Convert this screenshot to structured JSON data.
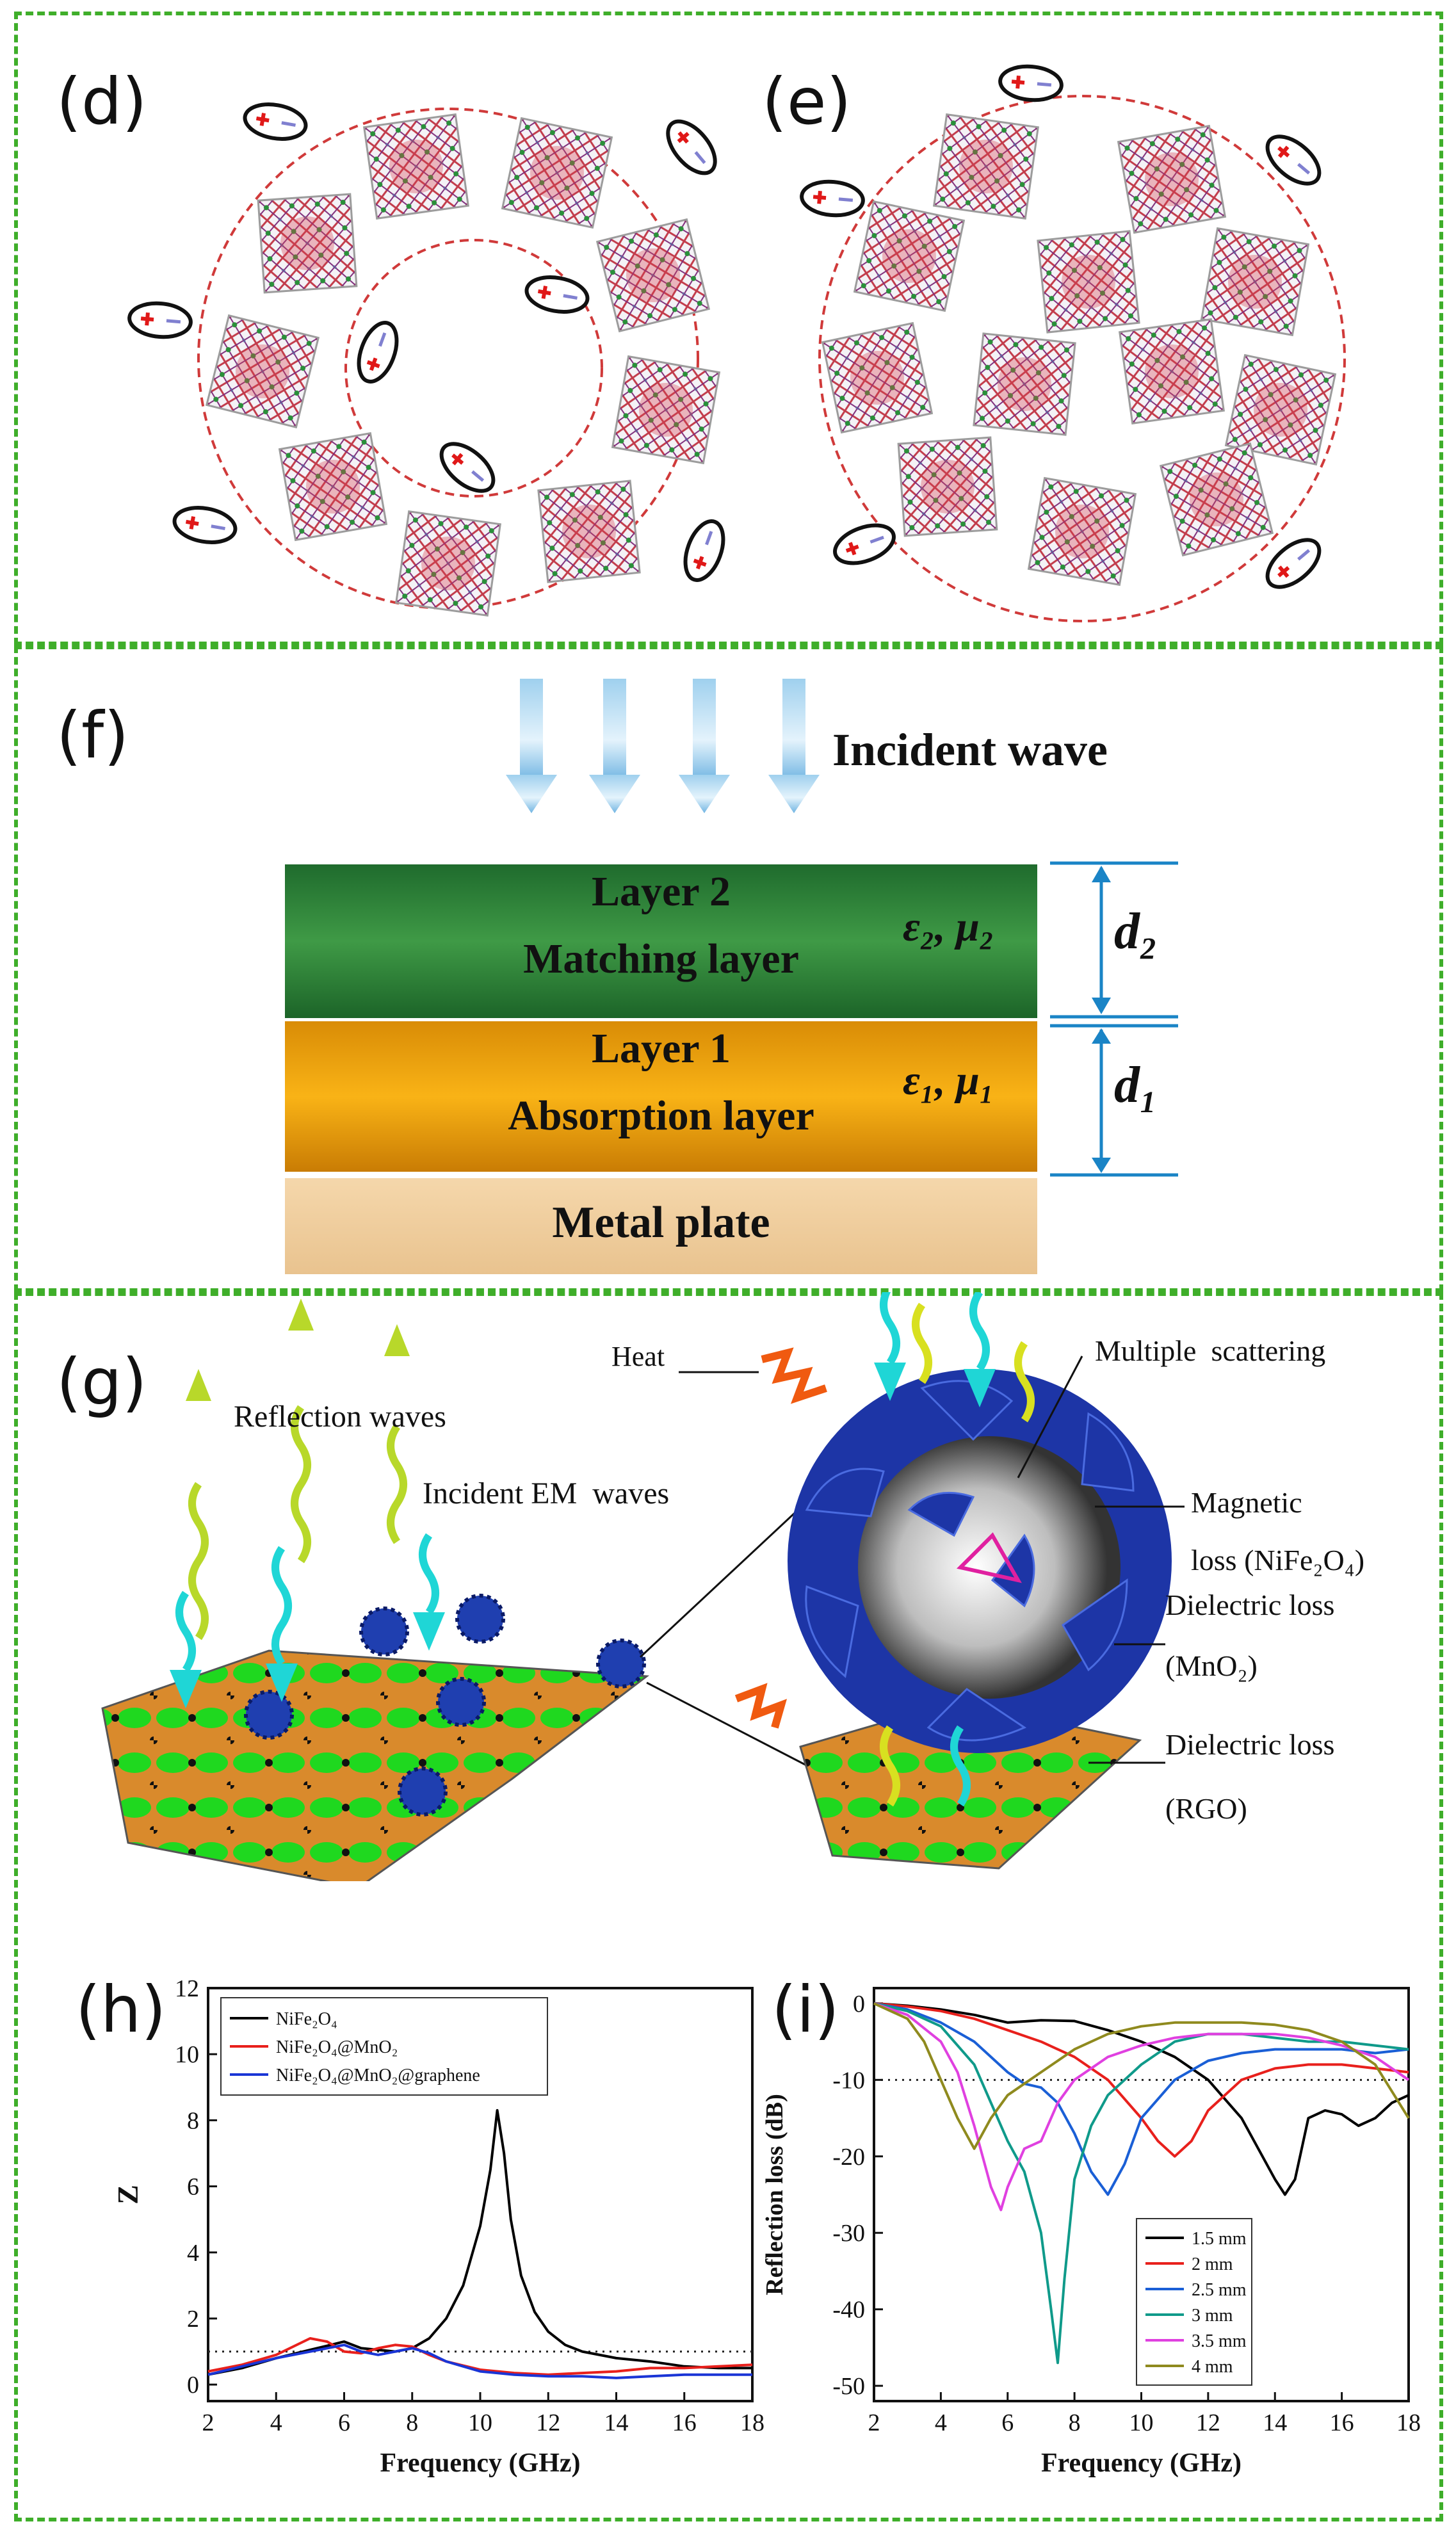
{
  "panels": {
    "d": {
      "label": "(d)"
    },
    "e": {
      "label": "(e)"
    },
    "f": {
      "label": "(f)",
      "incident": "Incident wave",
      "layer2_line1": "Layer 2",
      "layer2_line2": "Matching layer",
      "layer2_param": "ε₂, μ₂",
      "layer1_line1": "Layer 1",
      "layer1_line2": "Absorption layer",
      "layer1_param": "ε₁, μ₁",
      "metal": "Metal plate",
      "d2": "d₂",
      "d1": "d₁"
    },
    "g": {
      "label": "(g)",
      "heat": "Heat",
      "multiple": "Multiple  scattering",
      "reflection": "Reflection waves",
      "incident": "Incident EM  waves",
      "magnetic1": "Magnetic",
      "magnetic2": "loss (NiFe₂O₄)",
      "dielectric1a": "Dielectric loss",
      "dielectric1b": "(MnO₂)",
      "dielectric2a": "Dielectric loss",
      "dielectric2b": "(RGO)"
    },
    "h": {
      "label": "(h)"
    },
    "i": {
      "label": "(i)"
    }
  },
  "chart_data": [
    {
      "type": "line",
      "panel": "h",
      "xlabel": "Frequency (GHz)",
      "ylabel": "Z",
      "xlim": [
        2,
        18
      ],
      "ylim": [
        -0.5,
        12
      ],
      "xticks": [
        2,
        4,
        6,
        8,
        10,
        12,
        14,
        16,
        18
      ],
      "yticks": [
        0,
        2,
        4,
        6,
        8,
        10,
        12
      ],
      "reference_line": 1,
      "legend_position": "top-left",
      "series": [
        {
          "name": "NiFe₂O₄",
          "color": "#000000",
          "x": [
            2,
            3,
            4,
            5,
            6,
            6.5,
            7,
            7.5,
            8,
            8.5,
            9,
            9.5,
            10,
            10.3,
            10.5,
            10.7,
            10.9,
            11.2,
            11.6,
            12,
            12.5,
            13,
            14,
            15,
            16,
            17,
            18
          ],
          "y": [
            0.3,
            0.5,
            0.8,
            1.05,
            1.3,
            1.1,
            1.05,
            1.0,
            1.1,
            1.4,
            2.0,
            3.0,
            4.8,
            6.5,
            8.3,
            7.0,
            5.0,
            3.3,
            2.2,
            1.6,
            1.2,
            1.0,
            0.8,
            0.7,
            0.55,
            0.5,
            0.5
          ]
        },
        {
          "name": "NiFe₂O₄@MnO₂",
          "color": "#e8201c",
          "x": [
            2,
            3,
            4,
            5,
            5.5,
            6,
            6.5,
            7,
            7.5,
            8,
            8.5,
            9,
            10,
            11,
            12,
            13,
            14,
            15,
            16,
            17,
            18
          ],
          "y": [
            0.4,
            0.6,
            0.9,
            1.4,
            1.3,
            1.0,
            0.95,
            1.1,
            1.2,
            1.15,
            0.9,
            0.7,
            0.45,
            0.35,
            0.3,
            0.35,
            0.4,
            0.5,
            0.5,
            0.55,
            0.6
          ]
        },
        {
          "name": "NiFe₂O₄@MnO₂@graphene",
          "color": "#1a35d6",
          "x": [
            2,
            3,
            4,
            5,
            6,
            6.5,
            7,
            7.5,
            8,
            8.5,
            9,
            10,
            11,
            12,
            13,
            14,
            15,
            16,
            17,
            18
          ],
          "y": [
            0.3,
            0.55,
            0.8,
            1.0,
            1.2,
            1.0,
            0.9,
            1.0,
            1.1,
            0.95,
            0.7,
            0.4,
            0.3,
            0.25,
            0.25,
            0.2,
            0.25,
            0.3,
            0.3,
            0.3
          ]
        }
      ]
    },
    {
      "type": "line",
      "panel": "i",
      "xlabel": "Frequency (GHz)",
      "ylabel": "Reflection loss (dB)",
      "xlim": [
        2,
        18
      ],
      "ylim": [
        -52,
        2
      ],
      "xticks": [
        2,
        4,
        6,
        8,
        10,
        12,
        14,
        16,
        18
      ],
      "yticks": [
        0,
        -10,
        -20,
        -30,
        -40,
        -50
      ],
      "reference_line": -10,
      "legend_position": "bottom-center",
      "series": [
        {
          "name": "1.5 mm",
          "color": "#000000",
          "x": [
            2,
            3,
            4,
            5,
            6,
            7,
            8,
            9,
            10,
            11,
            12,
            13,
            13.5,
            14,
            14.3,
            14.6,
            15,
            15.5,
            16,
            16.5,
            17,
            17.5,
            18
          ],
          "y": [
            0,
            -0.3,
            -0.8,
            -1.5,
            -2.5,
            -2.2,
            -2.3,
            -3.5,
            -5,
            -7,
            -10,
            -15,
            -19,
            -23,
            -25,
            -23,
            -15,
            -14,
            -14.5,
            -16,
            -15,
            -13,
            -12
          ]
        },
        {
          "name": "2 mm",
          "color": "#e8201c",
          "x": [
            2,
            3,
            4,
            5,
            6,
            7,
            8,
            9,
            10,
            10.5,
            11,
            11.5,
            12,
            13,
            14,
            15,
            16,
            17,
            18
          ],
          "y": [
            0,
            -0.4,
            -1,
            -2,
            -3.5,
            -5,
            -7,
            -10,
            -15,
            -18,
            -20,
            -18,
            -14,
            -10,
            -8.5,
            -8,
            -8,
            -8.5,
            -9
          ]
        },
        {
          "name": "2.5 mm",
          "color": "#1a5fd6",
          "x": [
            2,
            3,
            4,
            5,
            6,
            6.5,
            7,
            7.5,
            8,
            8.5,
            9,
            9.5,
            10,
            11,
            12,
            13,
            14,
            15,
            16,
            17,
            18
          ],
          "y": [
            0,
            -0.8,
            -2.5,
            -5,
            -9,
            -10.5,
            -11,
            -13,
            -17,
            -22,
            -25,
            -21,
            -15,
            -10,
            -7.5,
            -6.5,
            -6,
            -6,
            -6,
            -6.5,
            -6
          ]
        },
        {
          "name": "3 mm",
          "color": "#0f9a8a",
          "x": [
            2,
            3,
            4,
            5,
            5.5,
            6,
            6.5,
            7,
            7.3,
            7.5,
            7.7,
            8,
            8.5,
            9,
            10,
            11,
            12,
            13,
            14,
            15,
            16,
            17,
            18
          ],
          "y": [
            0,
            -1,
            -3,
            -8,
            -13,
            -18,
            -22,
            -30,
            -40,
            -47,
            -36,
            -23,
            -16,
            -12,
            -8,
            -5,
            -4,
            -4,
            -4.5,
            -5,
            -5,
            -5.5,
            -6
          ]
        },
        {
          "name": "3.5 mm",
          "color": "#e040e0",
          "x": [
            2,
            3,
            4,
            4.5,
            5,
            5.5,
            5.8,
            6,
            6.5,
            7,
            7.5,
            8,
            9,
            10,
            11,
            12,
            13,
            14,
            15,
            16,
            17,
            18
          ],
          "y": [
            0,
            -1.5,
            -5,
            -9,
            -16,
            -24,
            -27,
            -24,
            -19,
            -18,
            -13,
            -10,
            -7,
            -5.5,
            -4.5,
            -4,
            -4,
            -4,
            -4.5,
            -5.5,
            -7,
            -10
          ]
        },
        {
          "name": "4 mm",
          "color": "#8f8a1e",
          "x": [
            2,
            3,
            3.5,
            4,
            4.5,
            5,
            5.5,
            6,
            6.5,
            7,
            8,
            9,
            10,
            11,
            12,
            13,
            14,
            15,
            16,
            17,
            18
          ],
          "y": [
            0,
            -2,
            -5,
            -10,
            -15,
            -19,
            -15,
            -12,
            -10.5,
            -9,
            -6,
            -4,
            -3,
            -2.5,
            -2.5,
            -2.5,
            -2.8,
            -3.5,
            -5,
            -8,
            -15
          ]
        }
      ]
    }
  ]
}
